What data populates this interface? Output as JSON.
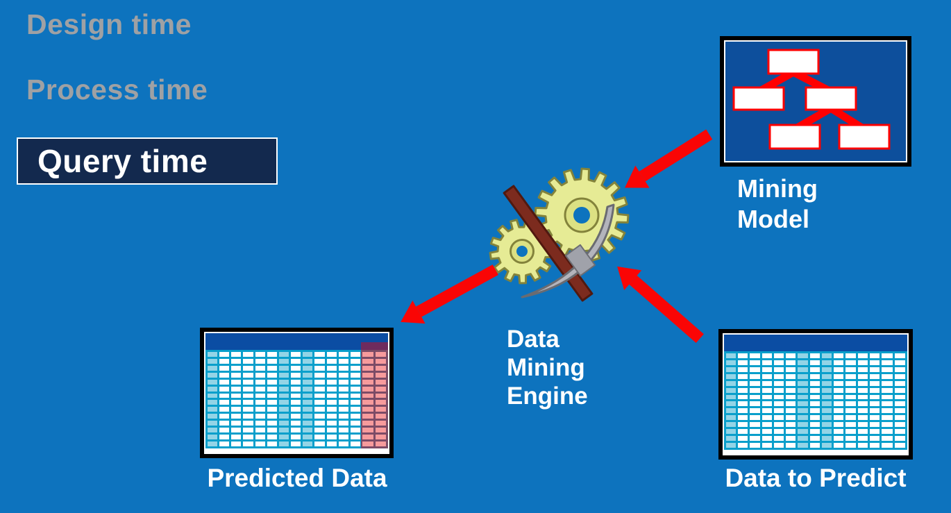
{
  "colors": {
    "background": "#0D73BE",
    "inactive_text": "#9FA1A4",
    "active_box_bg": "#13294E",
    "arrow_red": "#FA0505",
    "model_interior": "#0D4F9C",
    "tree_node_border": "#FF0000",
    "table_header": "#0B4DA3",
    "table_grid": "#0A9FCB",
    "table_cell": "#FFFFFF",
    "table_accent_cell": "#93D4E6",
    "predicted_cell": "#F79B9C",
    "predicted_grid": "#7C4B66",
    "predicted_header": "#6F2B5E",
    "gear_fill": "#E6EB95",
    "gear_outline": "#83833B",
    "pick_handle": "#7C2B1E",
    "pick_blade": "#B3B4BC"
  },
  "timeline": {
    "items": [
      {
        "label": "Design time",
        "active": false
      },
      {
        "label": "Process time",
        "active": false
      },
      {
        "label": "Query time",
        "active": true
      }
    ]
  },
  "nodes": {
    "mining_model": {
      "label": "Mining\nModel",
      "icon": "decision-tree-icon"
    },
    "engine": {
      "label": "Data\nMining\nEngine",
      "icon": "gears-pickaxe-icon"
    },
    "predicted_data": {
      "label": "Predicted Data",
      "icon": "data-table-icon"
    },
    "data_to_predict": {
      "label": "Data to Predict",
      "icon": "data-table-icon"
    }
  },
  "tables": {
    "columns": 15,
    "rows": 14,
    "accent_columns": [
      1,
      7,
      9
    ],
    "predicted_columns": [
      14,
      15
    ]
  },
  "arrows": [
    {
      "name": "mining-model-to-engine"
    },
    {
      "name": "data-to-predict-to-engine"
    },
    {
      "name": "engine-to-predicted-data"
    }
  ]
}
